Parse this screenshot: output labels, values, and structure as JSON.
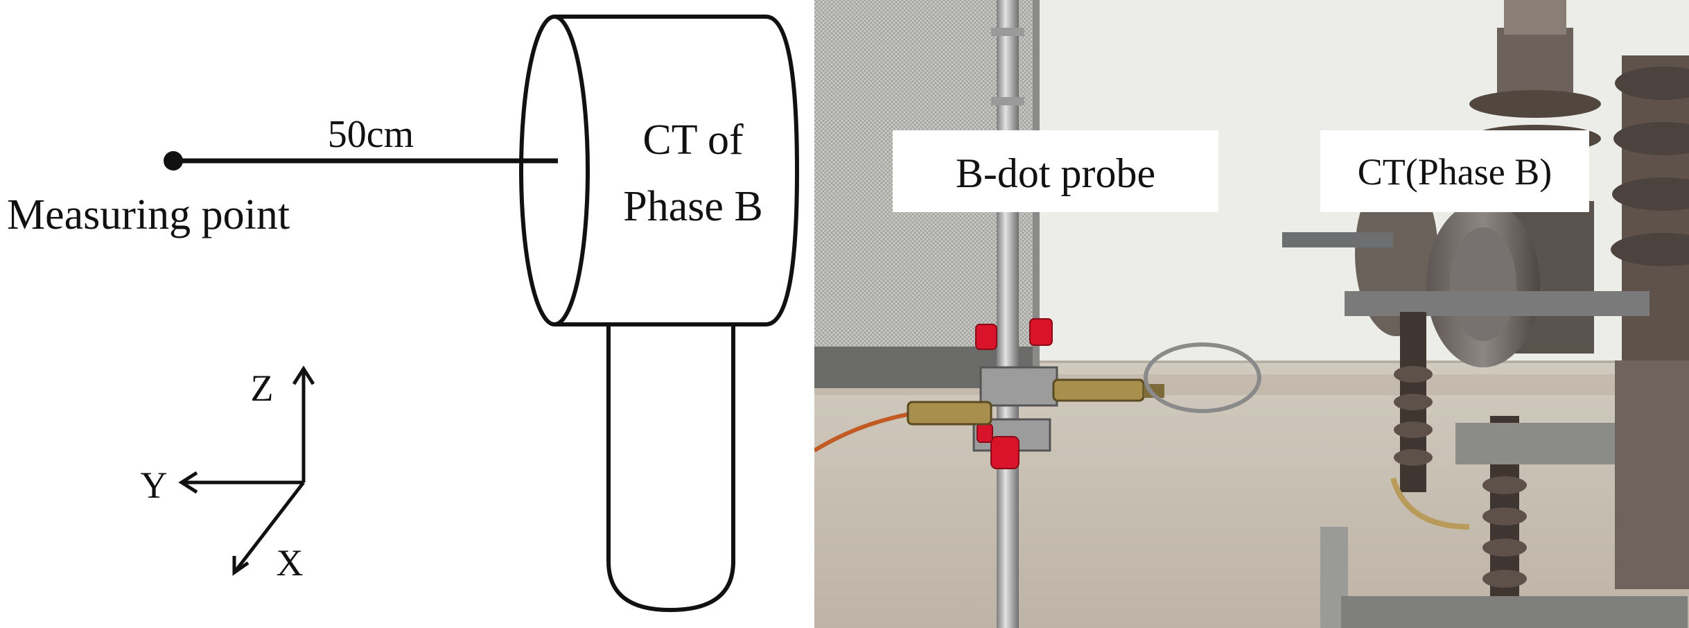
{
  "schematic": {
    "distance_label": "50cm",
    "point_label": "Measuring point",
    "ct_label_line1": "CT of",
    "ct_label_line2": "Phase B",
    "axis_z": "Z",
    "axis_y": "Y",
    "axis_x": "X"
  },
  "photo": {
    "probe_label": "B-dot probe",
    "ct_label": "CT(Phase B)"
  },
  "colors": {
    "line": "#111111",
    "probe_red": "#d9142a",
    "insulator_brown": "#5b4e46",
    "wall": "#ececea",
    "floor": "#c9c0b4"
  }
}
